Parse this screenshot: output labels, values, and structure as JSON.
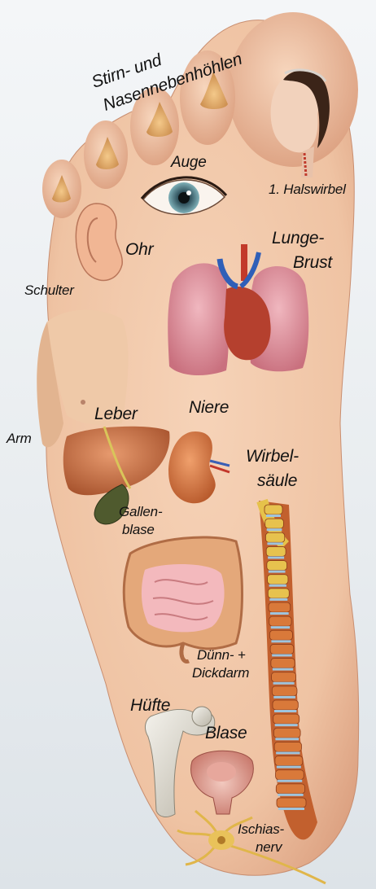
{
  "labels": {
    "sinuses_1": "Stirn- und",
    "sinuses_2": "Nasennebenhöhlen",
    "eye": "Auge",
    "neck": "1. Halswirbel",
    "ear": "Ohr",
    "lung_1": "Lunge-",
    "lung_2": "Brust",
    "shoulder": "Schulter",
    "arm": "Arm",
    "liver": "Leber",
    "kidney": "Niere",
    "spine_1": "Wirbel-",
    "spine_2": "säule",
    "gall_1": "Gallen-",
    "gall_2": "blase",
    "intestine_1": "Dünn- +",
    "intestine_2": "Dickdarm",
    "hip": "Hüfte",
    "bladder": "Blase",
    "sciatic_1": "Ischias-",
    "sciatic_2": "nerv"
  },
  "colors": {
    "skin": "#f1c7a8",
    "skin_shadow": "#dea384",
    "background": "#eef1f4"
  }
}
